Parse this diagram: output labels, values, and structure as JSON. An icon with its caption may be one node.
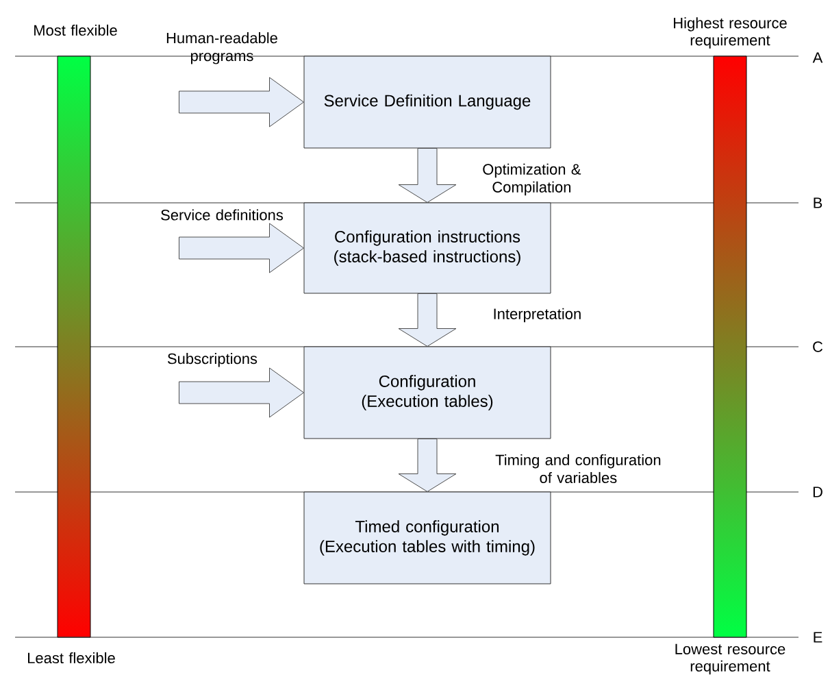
{
  "diagram": {
    "nodes": [
      {
        "text": [
          "Service Definition Language"
        ]
      },
      {
        "text": [
          "Configuration instructions (stack-based instructions)"
        ]
      },
      {
        "text": [
          "Configuration (Execution tables)"
        ]
      },
      {
        "text": [
          "Timed configuration (Execution tables with timing)"
        ]
      }
    ],
    "edges": [
      {
        "from": null,
        "to": 0,
        "arrow": "to",
        "label": "Human-readable programs"
      },
      {
        "from": 0,
        "to": 1,
        "arrow": "to",
        "label": "Optimization & Compilation"
      },
      {
        "from": null,
        "to": 1,
        "arrow": "to",
        "label": "Service definitions"
      },
      {
        "from": 1,
        "to": 2,
        "arrow": "to",
        "label": "Interpretation"
      },
      {
        "from": null,
        "to": 2,
        "arrow": "to",
        "label": "Subscriptions"
      },
      {
        "from": 2,
        "to": 3,
        "arrow": "to",
        "label": "Timing and configuration of variables"
      }
    ],
    "labels": [
      "Most flexible",
      "Highest resource requirement",
      "A",
      "B",
      "C",
      "D",
      "E",
      "Least flexible",
      "Lowest resource requirement"
    ]
  }
}
